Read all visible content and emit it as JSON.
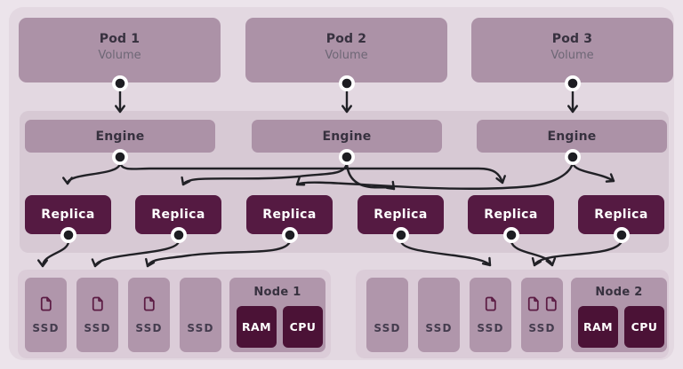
{
  "diagram_title": "storage-architecture-diagram",
  "pods": [
    {
      "title": "Pod 1",
      "subtitle": "Volume"
    },
    {
      "title": "Pod 2",
      "subtitle": "Volume"
    },
    {
      "title": "Pod 3",
      "subtitle": "Volume"
    }
  ],
  "engines": [
    {
      "label": "Engine"
    },
    {
      "label": "Engine"
    },
    {
      "label": "Engine"
    }
  ],
  "replicas": [
    {
      "label": "Replica"
    },
    {
      "label": "Replica"
    },
    {
      "label": "Replica"
    },
    {
      "label": "Replica"
    },
    {
      "label": "Replica"
    },
    {
      "label": "Replica"
    }
  ],
  "nodes": [
    {
      "label": "Node 1",
      "ram_label": "RAM",
      "cpu_label": "CPU",
      "ssds": [
        {
          "label": "SSD",
          "file_count": 1
        },
        {
          "label": "SSD",
          "file_count": 1
        },
        {
          "label": "SSD",
          "file_count": 1
        },
        {
          "label": "SSD",
          "file_count": 0
        }
      ]
    },
    {
      "label": "Node 2",
      "ram_label": "RAM",
      "cpu_label": "CPU",
      "ssds": [
        {
          "label": "SSD",
          "file_count": 0
        },
        {
          "label": "SSD",
          "file_count": 0
        },
        {
          "label": "SSD",
          "file_count": 1
        },
        {
          "label": "SSD",
          "file_count": 2
        }
      ]
    }
  ],
  "icons": {
    "file_icon": "file-icon",
    "connector_dot": "connector-dot-icon",
    "arrowhead": "arrowhead-icon"
  },
  "colors": {
    "page": "#ece4eb",
    "panel": "#e3d8e1",
    "band": "#d7c9d4",
    "container": "#dbccd8",
    "mauve": "#ac92a7",
    "mauve2": "#b096ab",
    "dark": "#551a42",
    "darker": "#4b1236",
    "text": "#37313f",
    "muted": "#6e6776",
    "arrow": "#212126",
    "icon_stroke": "#5c1c44"
  }
}
